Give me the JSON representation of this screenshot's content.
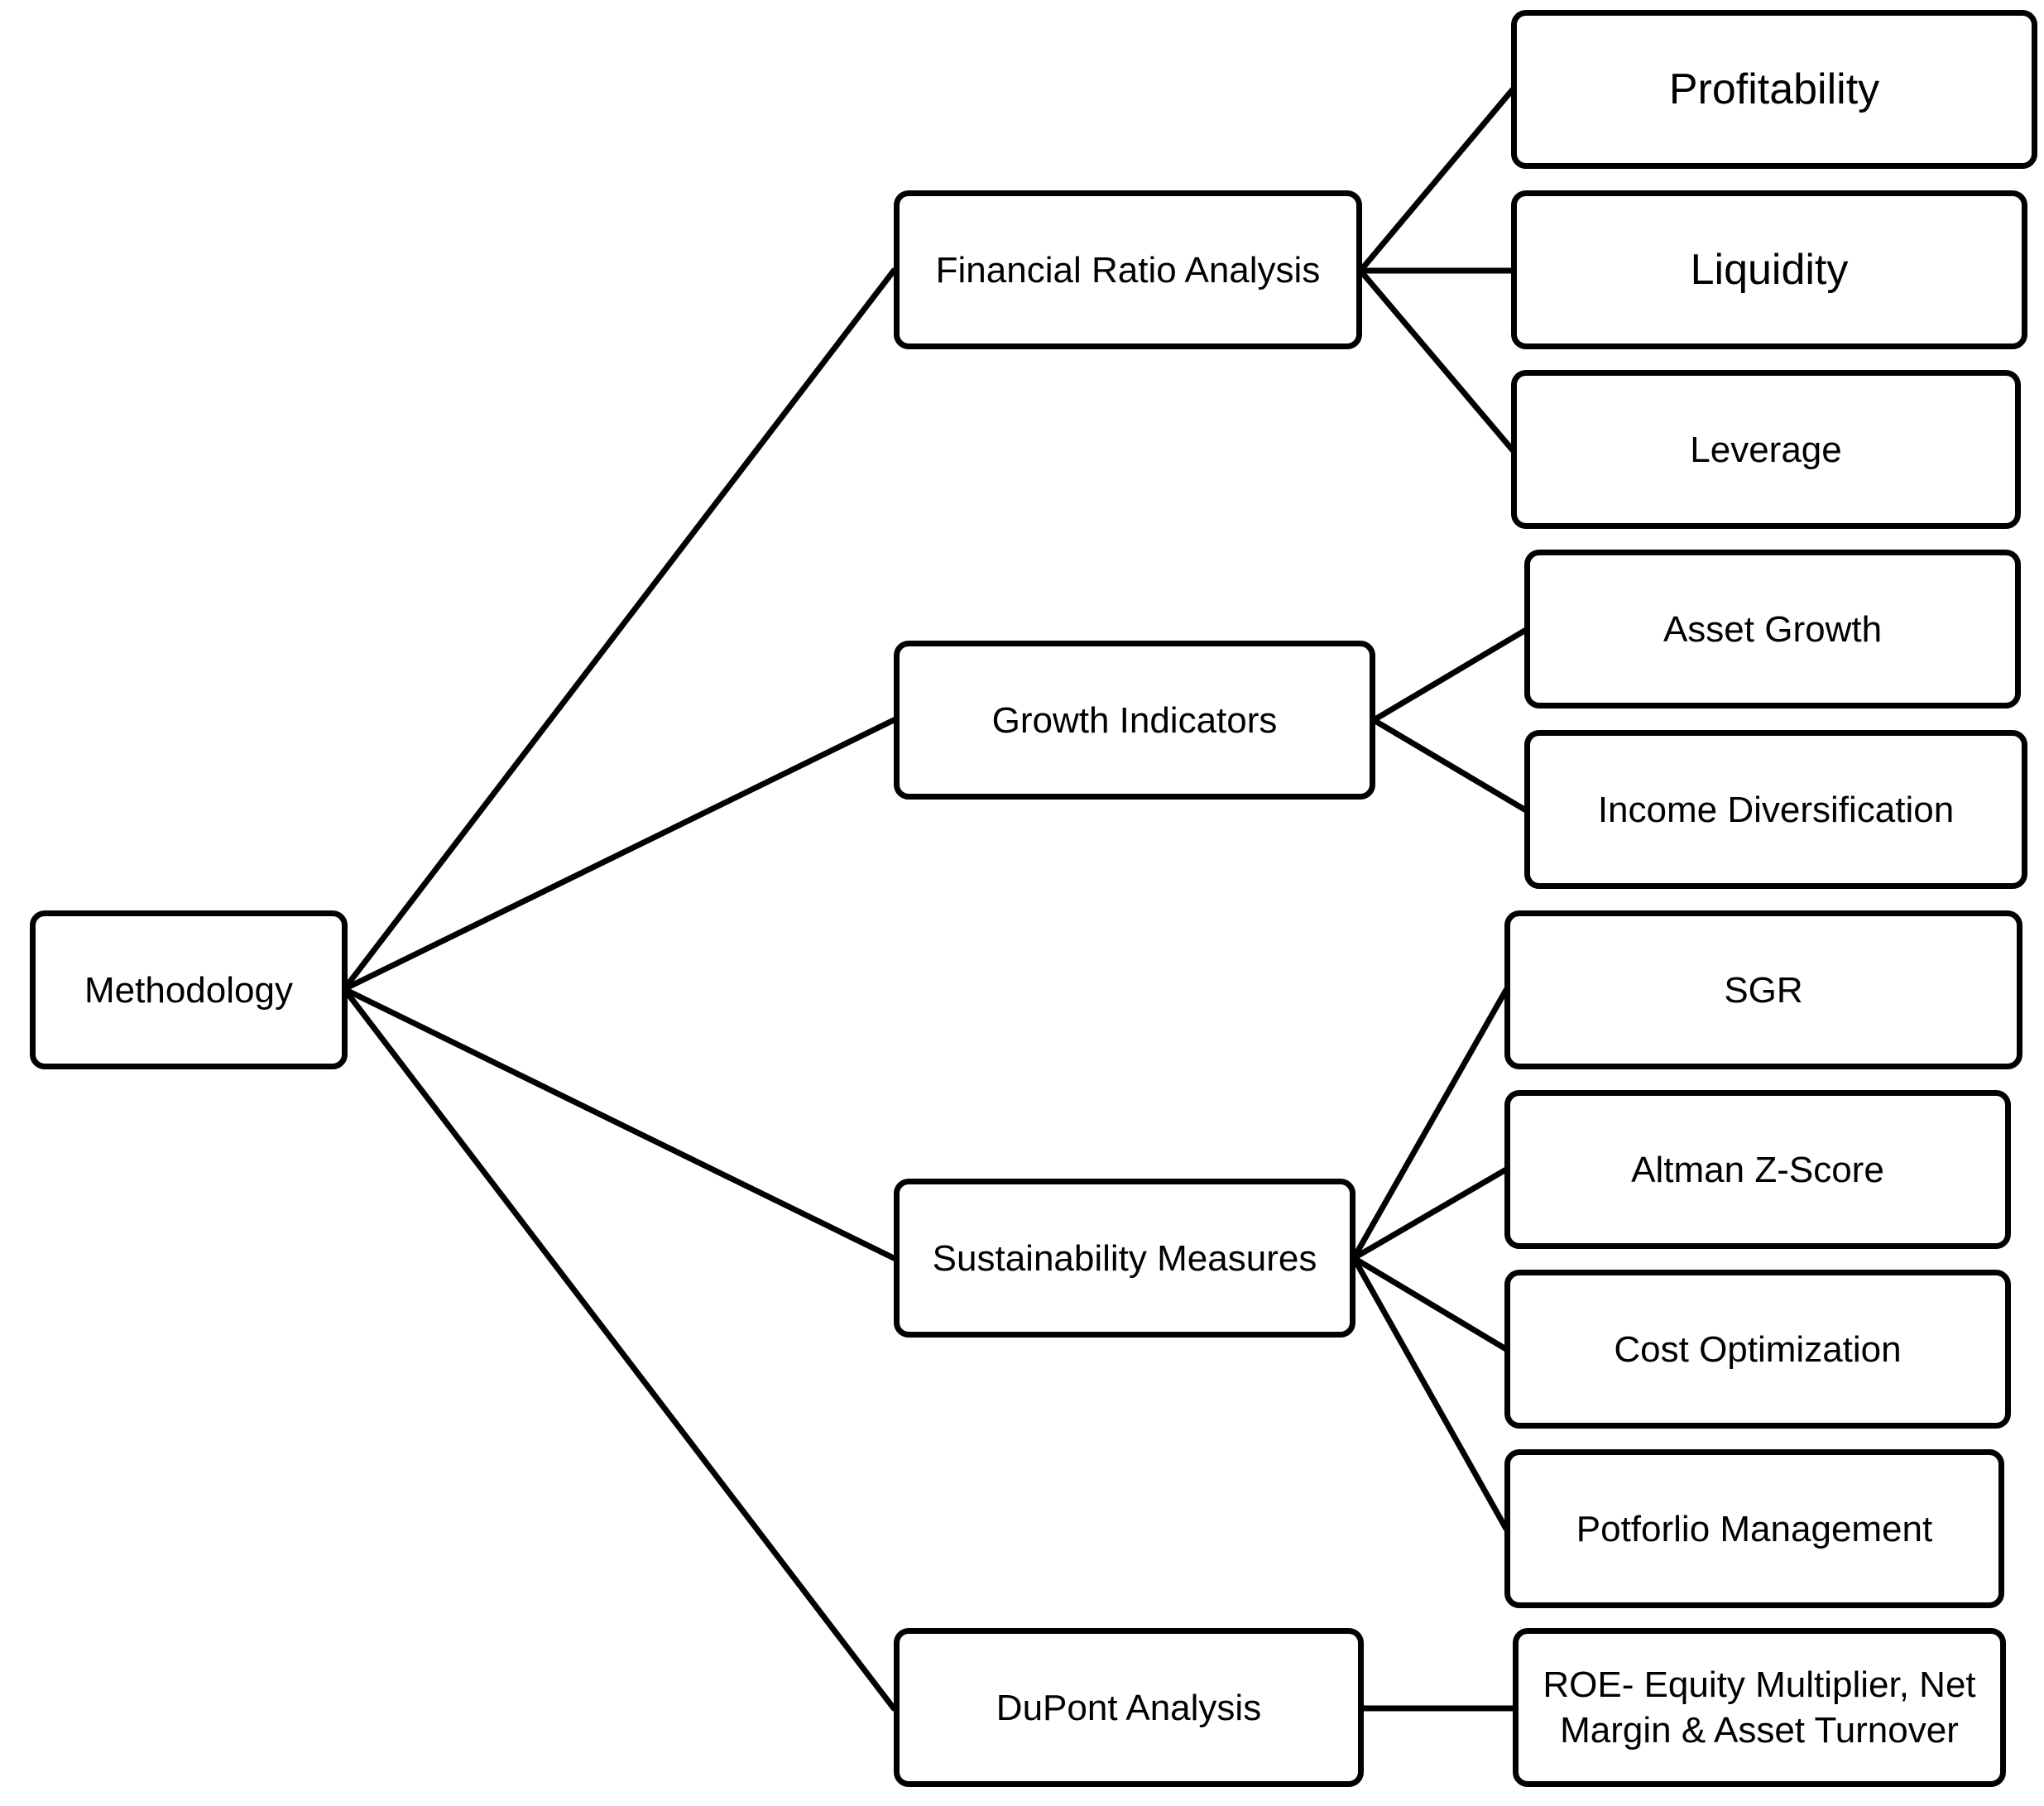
{
  "diagram": {
    "root": "Methodology",
    "branches": [
      {
        "label": "Financial Ratio Analysis",
        "children": [
          "Profitability",
          "Liquidity",
          "Leverage"
        ]
      },
      {
        "label": "Growth Indicators",
        "children": [
          "Asset Growth",
          "Income Diversification"
        ]
      },
      {
        "label": "Sustainability Measures",
        "children": [
          "SGR",
          "Altman Z-Score",
          "Cost Optimization",
          "Potforlio Management"
        ]
      },
      {
        "label": "DuPont Analysis",
        "children": [
          "ROE- Equity Multiplier, Net Margin & Asset Turnover"
        ]
      }
    ]
  }
}
